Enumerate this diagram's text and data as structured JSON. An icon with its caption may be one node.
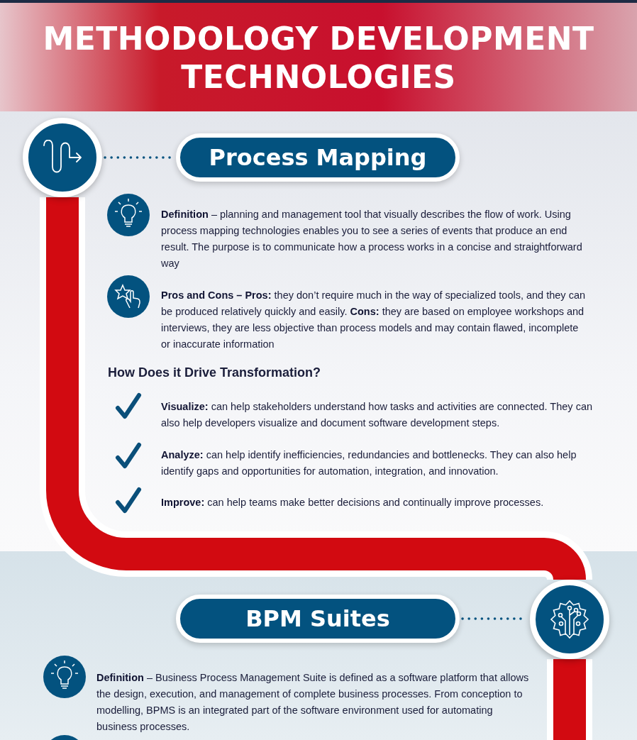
{
  "diagram": {
    "title": "METHODOLOGY DEVELOPMENT TECHNOLOGIES",
    "nodes": [
      {
        "text": [],
        "shape": "circle"
      },
      {
        "text": [
          "Process Mapping"
        ]
      },
      {
        "text": [
          "BPM Suites"
        ]
      },
      {
        "text": [],
        "shape": "circle"
      }
    ],
    "edges": [
      {
        "from": 0,
        "to": 1,
        "arrow": "none",
        "style": "dashed"
      },
      {
        "from": 2,
        "to": 3,
        "arrow": "none",
        "style": "dashed"
      },
      {
        "from": 0,
        "to": 3,
        "arrow": "none",
        "style": "thick",
        "color": "#d20a11"
      }
    ],
    "labels": [
      "**Definition** – planning and management tool that visually describes the flow of work. Using process mapping technologies enables you to see a series of events that produce an end result. The purpose is to communicate how a process works in a concise and straightforward way",
      "**Pros and Cons – Pros:** they don’t require much in the way of specialized tools, and they can be produced relatively quickly and easily.  **Cons:** they are based on employee workshops and interviews, they are less objective than process models and may contain flawed, incomplete or inaccurate information",
      "How Does it Drive Transformation?",
      "**Visualize:** can help stakeholders understand how tasks and activities are connected. They can also help developers visualize and document software development steps.",
      "**Analyze:** can help identify inefficiencies, redundancies and bottlenecks. They can also help identify gaps and opportunities for automation, integration, and innovation.",
      "**Improve:** can help teams make better decisions and continually improve processes.",
      "**Definition** – Business Process Management Suite is defined as a software platform that allows the design, execution, and management of complete business processes. From conception to modelling, BPMS is an integrated part of the software environment used for automating business processes."
    ]
  }
}
